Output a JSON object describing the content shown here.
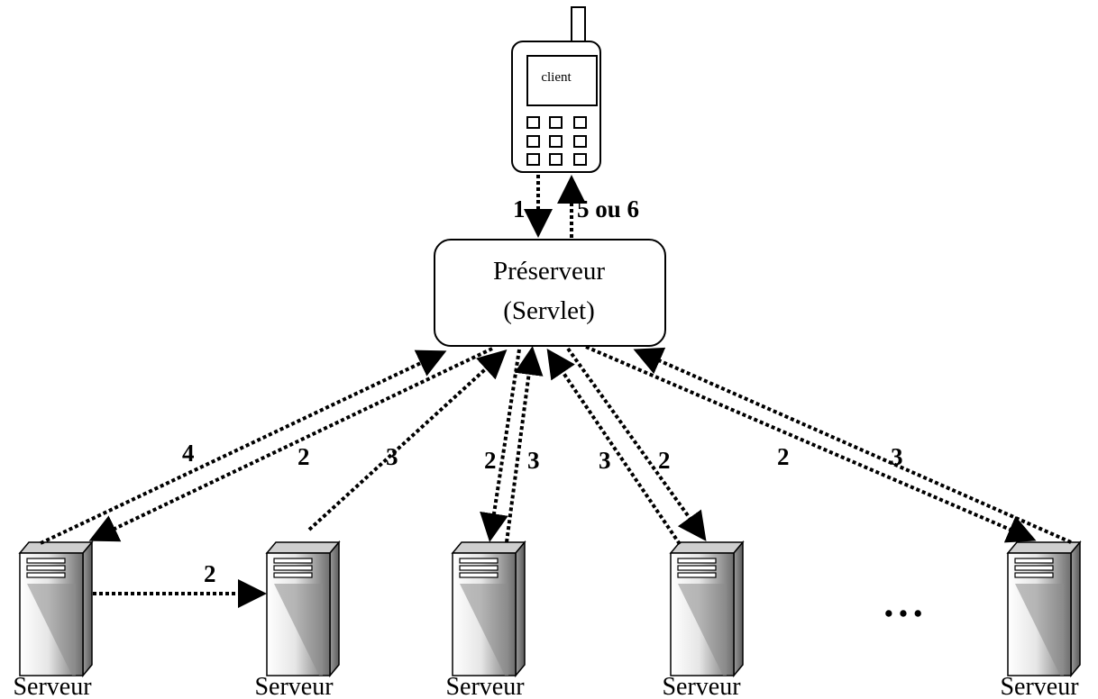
{
  "client": {
    "screen_label": "client"
  },
  "preserveur": {
    "line1": "Préserveur",
    "line2": "(Servlet)"
  },
  "servers": [
    {
      "label": "Serveur"
    },
    {
      "label": "Serveur"
    },
    {
      "label": "Serveur"
    },
    {
      "label": "Serveur"
    },
    {
      "label": "Serveur"
    }
  ],
  "ellipsis": "• • •",
  "step_labels": {
    "client_to_pre": "1",
    "pre_to_client": "5 ou 6",
    "s1_to_pre": "4",
    "pre_to_s1": "2",
    "s1_to_s2": "2",
    "s2_to_pre": "3",
    "pre_to_s3": "2",
    "s3_to_pre": "3",
    "s4_to_pre": "3",
    "pre_to_s4": "2",
    "pre_to_s5": "2",
    "s5_to_pre": "3"
  }
}
